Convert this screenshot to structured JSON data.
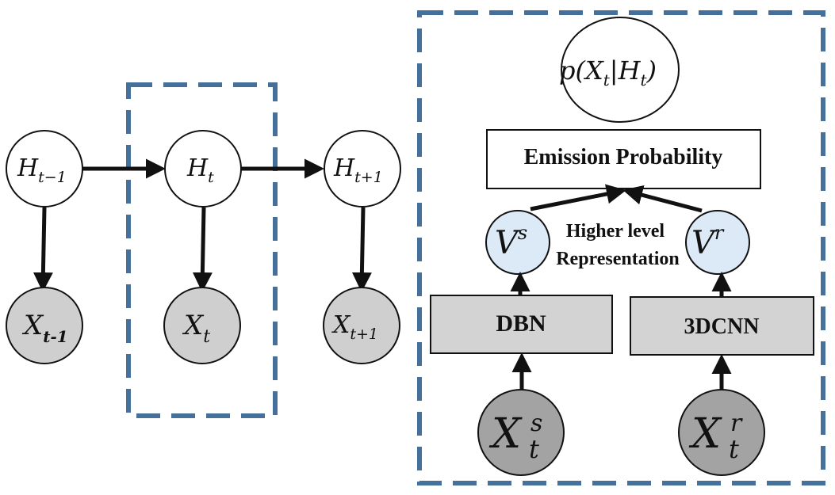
{
  "left_model": {
    "hidden_nodes": [
      {
        "base": "H",
        "sub": "t−1"
      },
      {
        "base": "H",
        "sub": "t"
      },
      {
        "base": "H",
        "sub": "t+1"
      }
    ],
    "observed_nodes": [
      {
        "base": "X",
        "sub": "t-1"
      },
      {
        "base": "X",
        "sub": "t"
      },
      {
        "base": "X",
        "sub": "t+1"
      }
    ]
  },
  "right_model": {
    "output": {
      "prefix": "p(",
      "x_base": "X",
      "x_sub": "t",
      "bar": "|",
      "h_base": "H",
      "h_sub": "t",
      "suffix": ")"
    },
    "emission_box": "Emission Probability",
    "vs": {
      "base": "V",
      "sup": "s"
    },
    "vr": {
      "base": "V",
      "sup": "r"
    },
    "caption_line1": "Higher level",
    "caption_line2": "Representation",
    "dbn_box": "DBN",
    "cnn_box": "3DCNN",
    "xs": {
      "base": "X",
      "sub": "t",
      "sup": "s"
    },
    "xr": {
      "base": "X",
      "sub": "t",
      "sup": "r"
    }
  },
  "colors": {
    "frame": "#44709a",
    "observed_fill": "#cfcfcf",
    "input_fill": "#a3a3a3",
    "box_fill": "#d3d3d3",
    "v_fill": "#dce9f6",
    "stroke": "#111111"
  }
}
